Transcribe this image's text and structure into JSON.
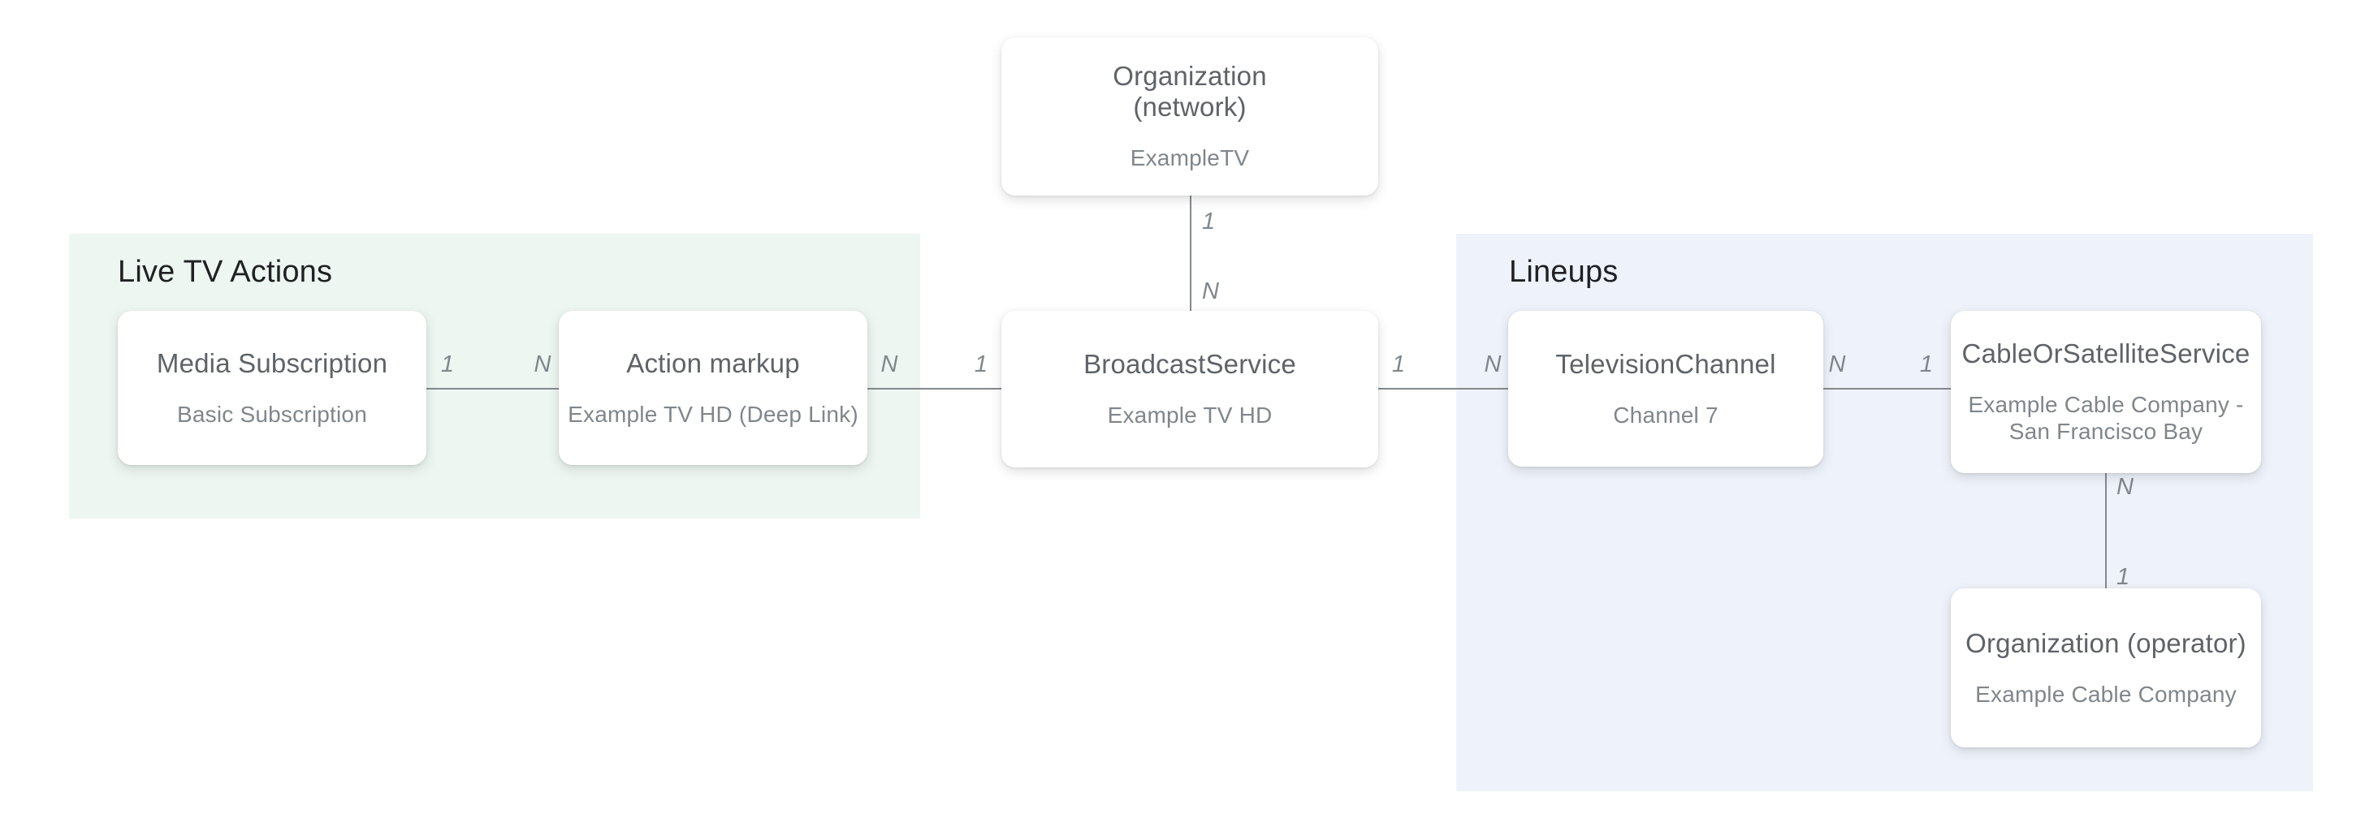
{
  "diagram": {
    "kind": "entity-relationship-diagram",
    "colors": {
      "page_background": "#ffffff",
      "live_tv_actions_region": "#edf6f1",
      "lineups_region": "#eef2fa",
      "card_background": "#ffffff",
      "card_title_text": "#5f6368",
      "card_subtitle_text": "#80868b",
      "region_title_text": "#202124",
      "connector_line": "#85898e",
      "cardinality_label_text": "#80868b"
    }
  },
  "regions": [
    {
      "id": "live-tv-actions",
      "title": "Live TV Actions"
    },
    {
      "id": "lineups",
      "title": "Lineups"
    }
  ],
  "nodes": [
    {
      "id": "org-network",
      "title": "Organization\n(network)",
      "subtitle": "ExampleTV"
    },
    {
      "id": "media-subscription",
      "title": "Media Subscription",
      "subtitle": "Basic Subscription"
    },
    {
      "id": "action-markup",
      "title": "Action markup",
      "subtitle": "Example TV HD (Deep Link)"
    },
    {
      "id": "broadcast-service",
      "title": "BroadcastService",
      "subtitle": "Example TV HD"
    },
    {
      "id": "television-channel",
      "title": "TelevisionChannel",
      "subtitle": "Channel 7"
    },
    {
      "id": "cable-or-satellite-service",
      "title": "CableOrSatelliteService",
      "subtitle": "Example Cable Company -\nSan Francisco Bay"
    },
    {
      "id": "org-operator",
      "title": "Organization (operator)",
      "subtitle": "Example Cable Company"
    }
  ],
  "edges": [
    {
      "from": "media-subscription",
      "to": "action-markup",
      "from_label": "1",
      "to_label": "N"
    },
    {
      "from": "action-markup",
      "to": "broadcast-service",
      "from_label": "N",
      "to_label": "1"
    },
    {
      "from": "org-network",
      "to": "broadcast-service",
      "from_label": "1",
      "to_label": "N"
    },
    {
      "from": "broadcast-service",
      "to": "television-channel",
      "from_label": "1",
      "to_label": "N"
    },
    {
      "from": "television-channel",
      "to": "cable-or-satellite-service",
      "from_label": "N",
      "to_label": "1"
    },
    {
      "from": "cable-or-satellite-service",
      "to": "org-operator",
      "from_label": "N",
      "to_label": "1"
    }
  ]
}
